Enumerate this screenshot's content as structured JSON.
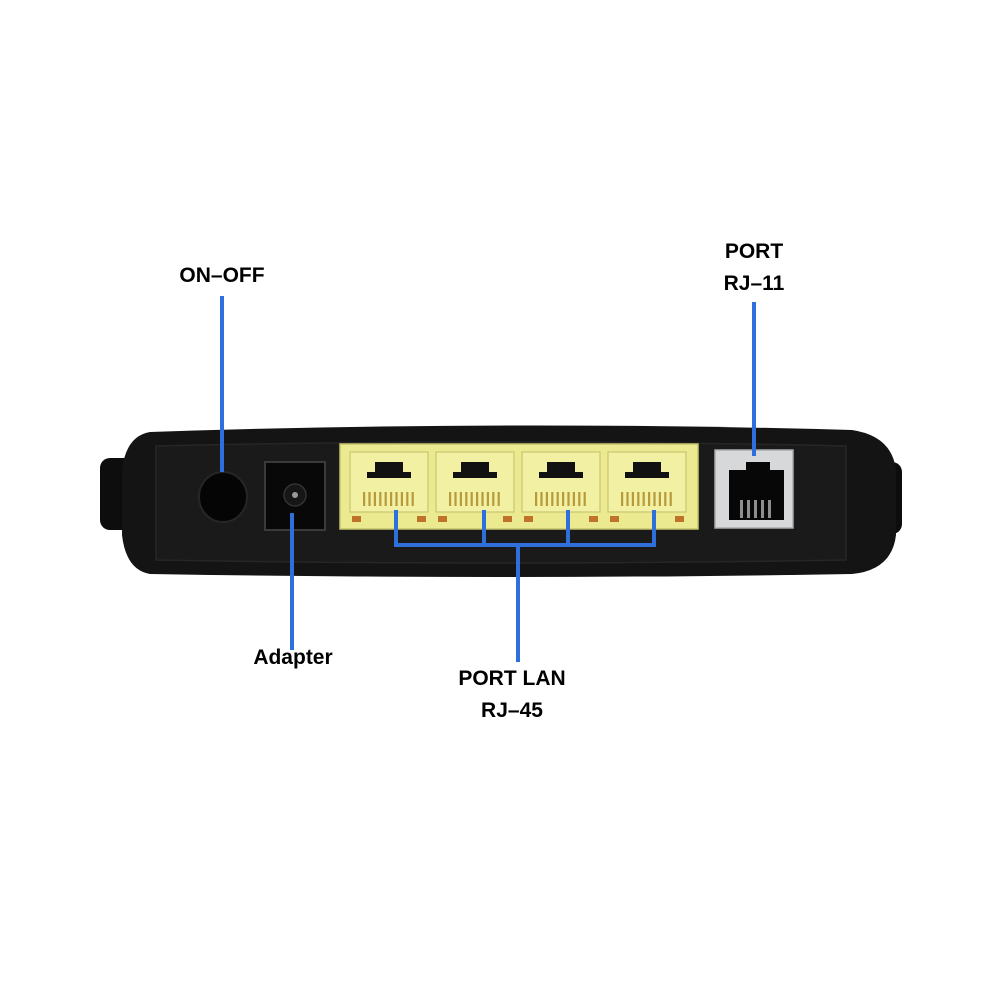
{
  "labels": {
    "on_off": "ON–OFF",
    "rj11_line1": "PORT",
    "rj11_line2": "RJ–11",
    "adapter": "Adapter",
    "lan_line1": "PORT LAN",
    "lan_line2": "RJ–45"
  },
  "colors": {
    "leader_line": "#2f6fdc",
    "device_body": "#141414",
    "lan_port": "#ecea90",
    "rj11_port": "#d6d8da"
  },
  "lan_port_count": 4
}
